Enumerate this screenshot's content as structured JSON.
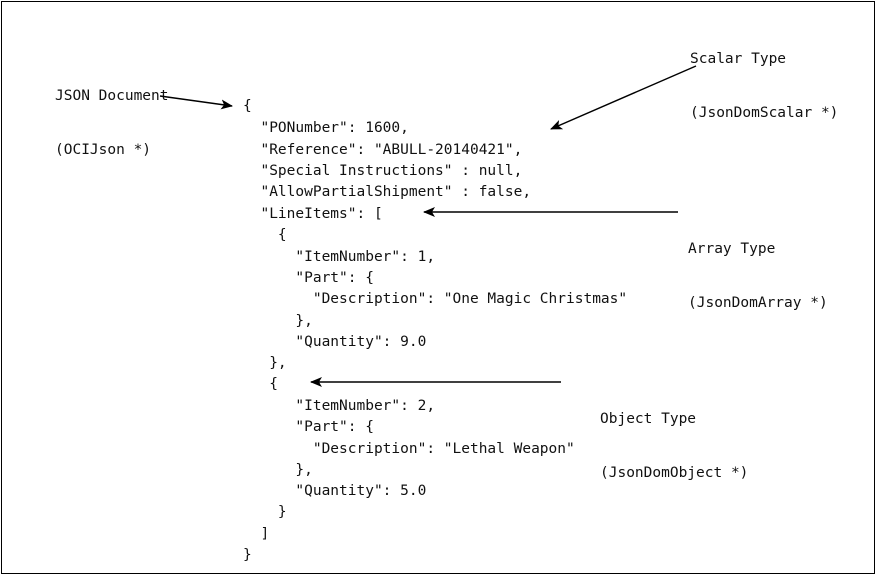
{
  "code_lines": [
    "{",
    "  \"PONumber\": 1600,",
    "  \"Reference\": \"ABULL-20140421\",",
    "  \"Special Instructions\" : null,",
    "  \"AllowPartialShipment\" : false,",
    "  \"LineItems\": [",
    "    {",
    "      \"ItemNumber\": 1,",
    "      \"Part\": {",
    "        \"Description\": \"One Magic Christmas\"",
    "      },",
    "      \"Quantity\": 9.0",
    "   },",
    "   {",
    "      \"ItemNumber\": 2,",
    "      \"Part\": {",
    "        \"Description\": \"Lethal Weapon\"",
    "      },",
    "      \"Quantity\": 5.0",
    "    }",
    "  ]",
    "}"
  ],
  "annotations": {
    "json_document": {
      "line1": "JSON Document",
      "line2": "(OCIJson *)"
    },
    "scalar_type": {
      "line1": "Scalar Type",
      "line2": "(JsonDomScalar *)"
    },
    "array_type": {
      "line1": "Array Type",
      "line2": "(JsonDomArray *)"
    },
    "object_type": {
      "line1": "Object Type",
      "line2": "(JsonDomObject *)"
    }
  },
  "colors": {
    "text": "#111111",
    "arrow": "#000000",
    "border": "#000000"
  }
}
